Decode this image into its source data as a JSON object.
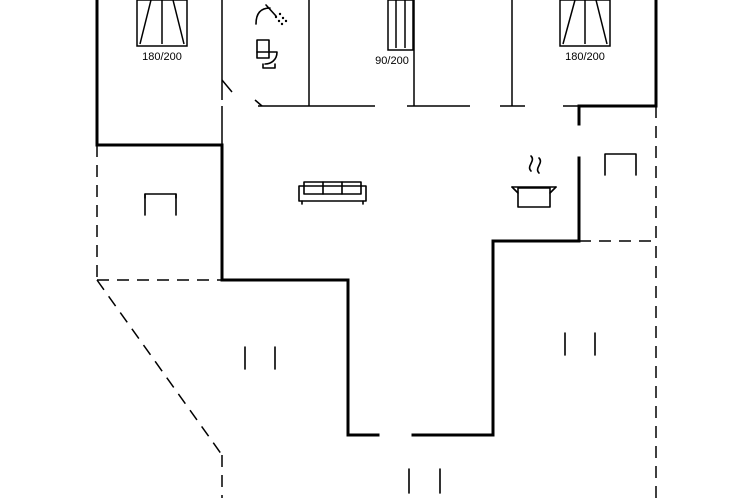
{
  "labels": {
    "bed_left": "180/200",
    "bed_middle": "90/200",
    "bed_right": "180/200"
  },
  "icons": [
    "bed-icon",
    "shower-icon",
    "toilet-icon",
    "sofa-icon",
    "cooking-pot-icon",
    "chair-icon"
  ],
  "colors": {
    "line": "#000000",
    "background": "#ffffff"
  }
}
